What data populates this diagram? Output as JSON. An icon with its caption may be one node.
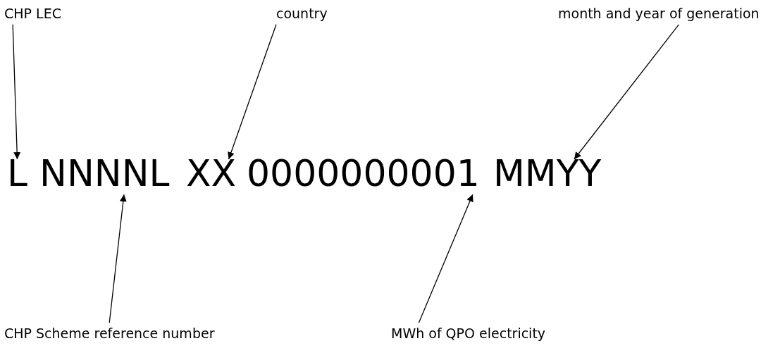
{
  "diagram": {
    "nodes": [
      {
        "text": [
          "CHP LEC"
        ]
      },
      {
        "text": [
          "country"
        ]
      },
      {
        "text": [
          "month and year of generation"
        ]
      },
      {
        "text": [
          "L"
        ]
      },
      {
        "text": [
          "NNNNL"
        ]
      },
      {
        "text": [
          "XX"
        ]
      },
      {
        "text": [
          "0000000001"
        ]
      },
      {
        "text": [
          "MMYY"
        ]
      },
      {
        "text": [
          "CHP Scheme reference number"
        ]
      },
      {
        "text": [
          "MWh of QPO electricity"
        ]
      }
    ],
    "edges": [
      {
        "from": 0,
        "to": 3,
        "arrow": "to"
      },
      {
        "from": 1,
        "to": 5,
        "arrow": "to"
      },
      {
        "from": 2,
        "to": 7,
        "arrow": "to"
      },
      {
        "from": 8,
        "to": 4,
        "arrow": "to"
      },
      {
        "from": 9,
        "to": 6,
        "arrow": "to"
      }
    ]
  }
}
